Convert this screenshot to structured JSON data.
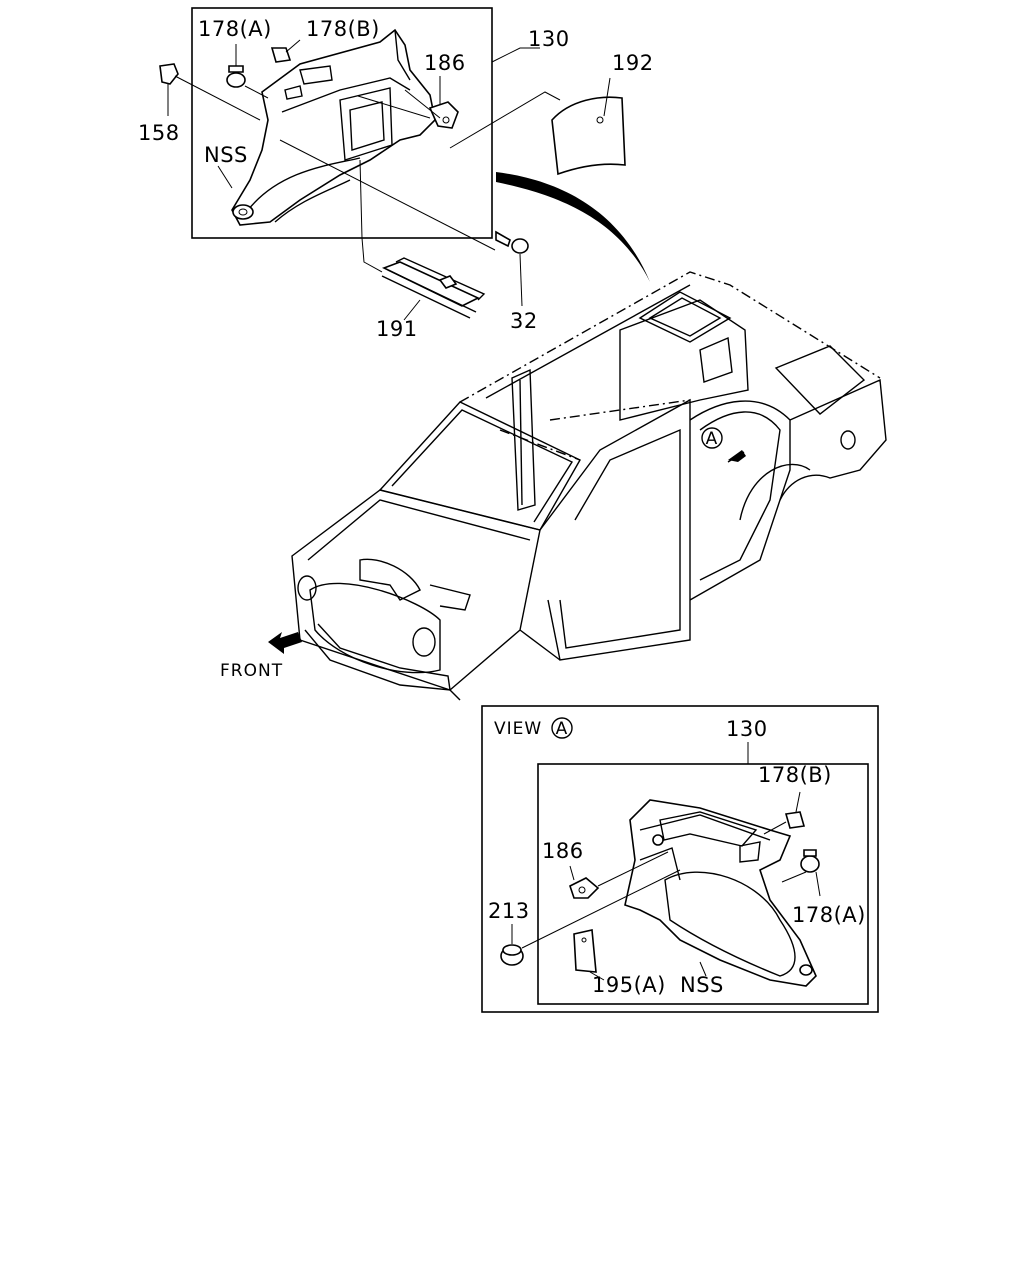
{
  "top_inset": {
    "assembly_number": "130",
    "labels": {
      "p178a": "178(A)",
      "p178b": "178(B)",
      "p186": "186",
      "p158": "158",
      "nss": "NSS",
      "p192": "192",
      "p191": "191",
      "p32": "32"
    }
  },
  "vehicle": {
    "front_label": "FRONT",
    "view_marker": "A"
  },
  "view_a": {
    "title_prefix": "VIEW",
    "title_marker": "A",
    "assembly_number": "130",
    "labels": {
      "p178b": "178(B)",
      "p186": "186",
      "p213": "213",
      "p178a": "178(A)",
      "p195a": "195(A)",
      "nss": "NSS"
    }
  }
}
